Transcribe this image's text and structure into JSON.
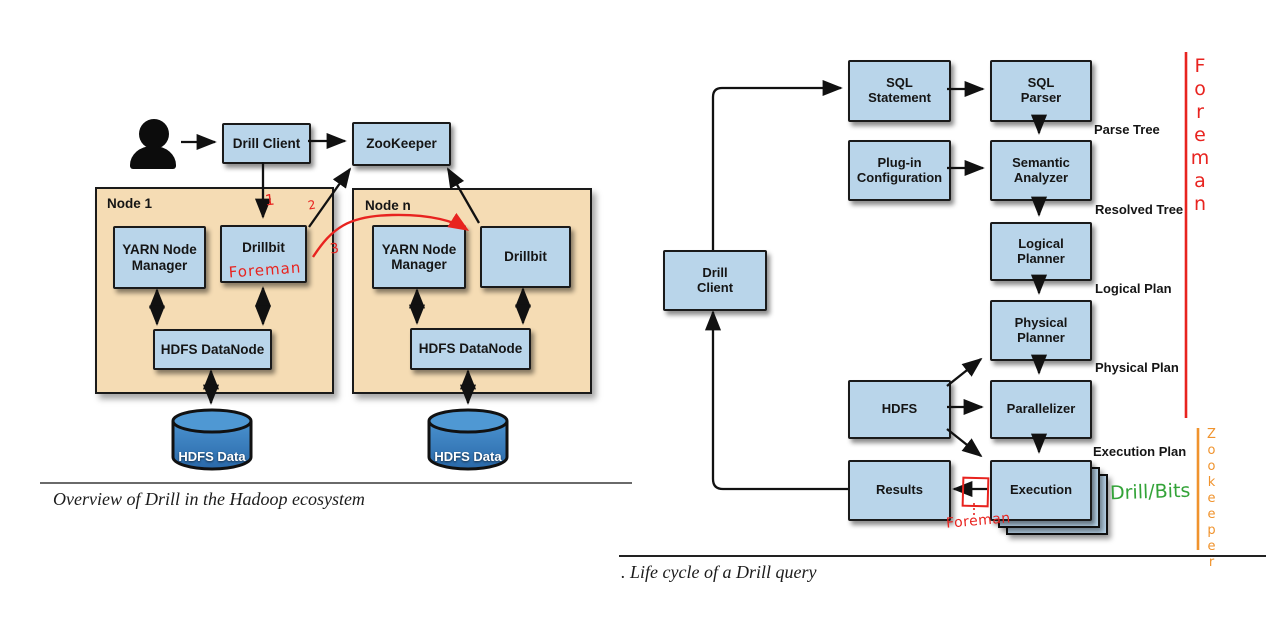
{
  "colors": {
    "box_fill": "#b9d5ea",
    "box_border": "#1a1a1a",
    "node_group_fill": "#f5dcb4",
    "cylinder_top": "#4f98d3",
    "cylinder_body_top": "#4a92cf",
    "cylinder_body_bottom": "#2a69a9",
    "annotation_red": "#e8231f",
    "annotation_green": "#33a338",
    "annotation_orange": "#f0932d"
  },
  "figure1": {
    "caption": "Overview of Drill in the Hadoop ecosystem",
    "user_icon": "person-silhouette",
    "boxes": {
      "drill_client": "Drill Client",
      "zookeeper": "ZooKeeper",
      "yarn_node_manager": "YARN Node\nManager",
      "drillbit": "Drillbit",
      "hdfs_datanode": "HDFS DataNode",
      "hdfs_data": "HDFS Data"
    },
    "groups": {
      "node1": "Node 1",
      "node_n": "Node n"
    },
    "annotations": {
      "step_1": "1",
      "step_2": "2",
      "step_3": "3",
      "foreman": "Foreman"
    }
  },
  "figure2": {
    "caption": ". Life cycle of a Drill query",
    "boxes": {
      "drill_client": "Drill\nClient",
      "sql_statement": "SQL\nStatement",
      "sql_parser": "SQL\nParser",
      "plugin_configuration": "Plug-in\nConfiguration",
      "semantic_analyzer": "Semantic\nAnalyzer",
      "logical_planner": "Logical\nPlanner",
      "physical_planner": "Physical\nPlanner",
      "hdfs": "HDFS",
      "parallelizer": "Parallelizer",
      "execution": "Execution",
      "results": "Results"
    },
    "flow_labels": {
      "parse_tree": "Parse Tree",
      "resolved_tree": "Resolved Tree",
      "logical_plan": "Logical Plan",
      "physical_plan": "Physical Plan",
      "execution_plan": "Execution Plan"
    },
    "annotations": {
      "foreman_side": "Foreman",
      "zookeeper_side": "Zookeeper",
      "drillbits": "Drill/Bits",
      "foreman_box": "Foreman"
    }
  }
}
